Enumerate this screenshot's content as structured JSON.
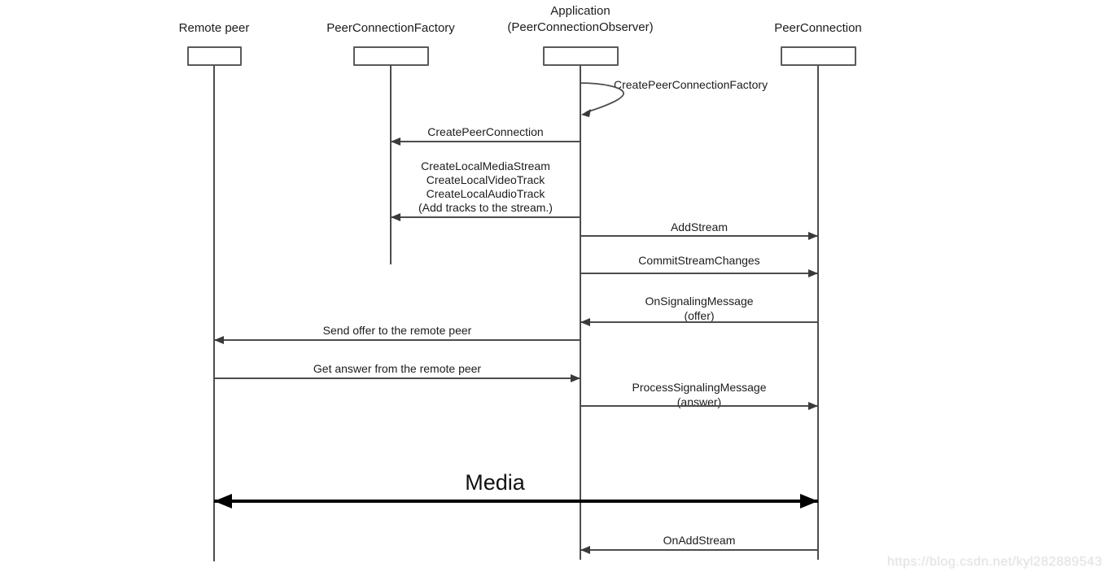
{
  "colors": {
    "line": "#4d4d4d",
    "text": "#1c1c1c",
    "media_arrow": "#000000",
    "watermark": "#e3e3e3",
    "background": "#ffffff"
  },
  "watermark": "https://blog.csdn.net/kyl282889543",
  "diagram": {
    "type": "sequence",
    "actors": [
      {
        "name": "Remote peer"
      },
      {
        "name": "PeerConnectionFactory"
      },
      {
        "name": "Application",
        "subname": "(PeerConnectionObserver)"
      },
      {
        "name": "PeerConnection"
      }
    ],
    "messages": [
      {
        "label": "CreatePeerConnectionFactory",
        "from": "Application",
        "to": "Application",
        "kind": "self"
      },
      {
        "label": "CreatePeerConnection",
        "from": "Application",
        "to": "PeerConnectionFactory",
        "kind": "arrow-left"
      },
      {
        "lines": [
          "CreateLocalMediaStream",
          "CreateLocalVideoTrack",
          "CreateLocalAudioTrack",
          "(Add tracks to the stream.)"
        ],
        "from": "Application",
        "to": "PeerConnectionFactory",
        "kind": "arrow-left"
      },
      {
        "label": "AddStream",
        "from": "Application",
        "to": "PeerConnection",
        "kind": "arrow-right"
      },
      {
        "label": "CommitStreamChanges",
        "from": "Application",
        "to": "PeerConnection",
        "kind": "arrow-right"
      },
      {
        "lines": [
          "OnSignalingMessage",
          "(offer)"
        ],
        "from": "PeerConnection",
        "to": "Application",
        "kind": "arrow-left"
      },
      {
        "label": "Send offer to the remote peer",
        "from": "Application",
        "to": "Remote peer",
        "kind": "arrow-left"
      },
      {
        "label": "Get answer from the remote peer",
        "from": "Remote peer",
        "to": "Application",
        "kind": "arrow-right"
      },
      {
        "lines": [
          "ProcessSignalingMessage",
          "(answer)"
        ],
        "from": "Application",
        "to": "PeerConnection",
        "kind": "arrow-right"
      },
      {
        "label": "Media",
        "from": "Remote peer",
        "to": "PeerConnection",
        "kind": "bidirectional"
      },
      {
        "label": "OnAddStream",
        "from": "PeerConnection",
        "to": "Application",
        "kind": "arrow-left"
      }
    ]
  }
}
